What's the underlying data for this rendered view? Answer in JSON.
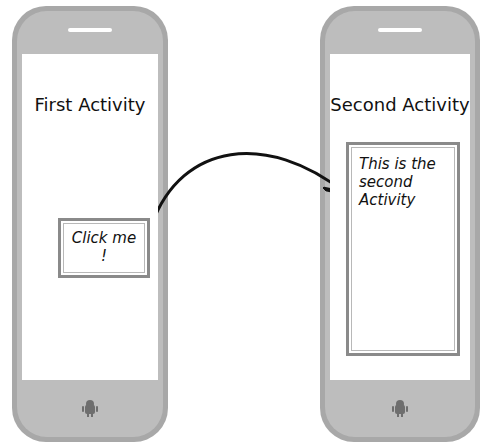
{
  "diagram": {
    "nodes": [
      {
        "text": [
          "First Activity"
        ]
      },
      {
        "text": [
          "Click me !"
        ],
        "in": 0
      },
      {
        "text": [
          "Second Activity"
        ]
      },
      {
        "text": [
          "This is the second Activity"
        ],
        "in": 2
      }
    ],
    "edges": [
      {
        "from": 1,
        "to": 3,
        "arrow": "to"
      }
    ]
  }
}
